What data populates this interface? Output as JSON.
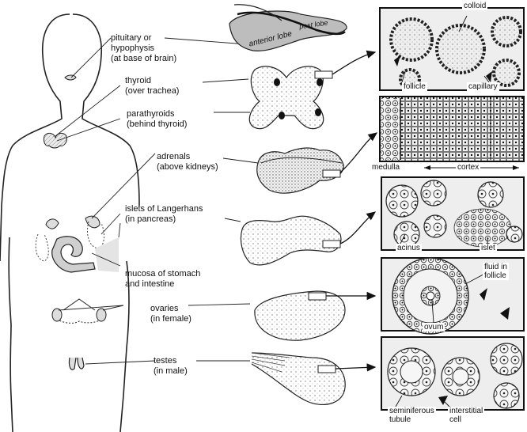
{
  "glands": [
    {
      "name": "pituitary or",
      "name2": "hypophysis",
      "note": "(at base of brain)"
    },
    {
      "name": "thyroid",
      "note": "(over trachea)"
    },
    {
      "name": "parathyroids",
      "note": "(behind thyroid)"
    },
    {
      "name": "adrenals",
      "note": "(above kidneys)"
    },
    {
      "name": "islets of Langerhans",
      "note": "(in pancreas)"
    },
    {
      "name": "mucosa of stomach",
      "note": "and intestine"
    },
    {
      "name": "ovaries",
      "note": "(in female)"
    },
    {
      "name": "testes",
      "note": "(in male)"
    }
  ],
  "pituitary_labels": {
    "posterior": "post lobe",
    "anterior": "anterior lobe"
  },
  "micro_labels": {
    "colloid": "colloid",
    "follicle": "follicle",
    "capillary": "capillary",
    "medulla": "medulla",
    "cortex": "cortex",
    "acinus": "acinus",
    "islet": "islet",
    "fluid1": "fluid in",
    "fluid2": "follicle",
    "ovum": "ovum",
    "seminiferous1": "seminiferous",
    "seminiferous2": "tubule",
    "interstitial1": "interstitial",
    "interstitial2": "cell"
  },
  "colors": {
    "ink": "#111111",
    "tissue": "#e8e8e8",
    "organ_shade": "#cfcfcf"
  }
}
